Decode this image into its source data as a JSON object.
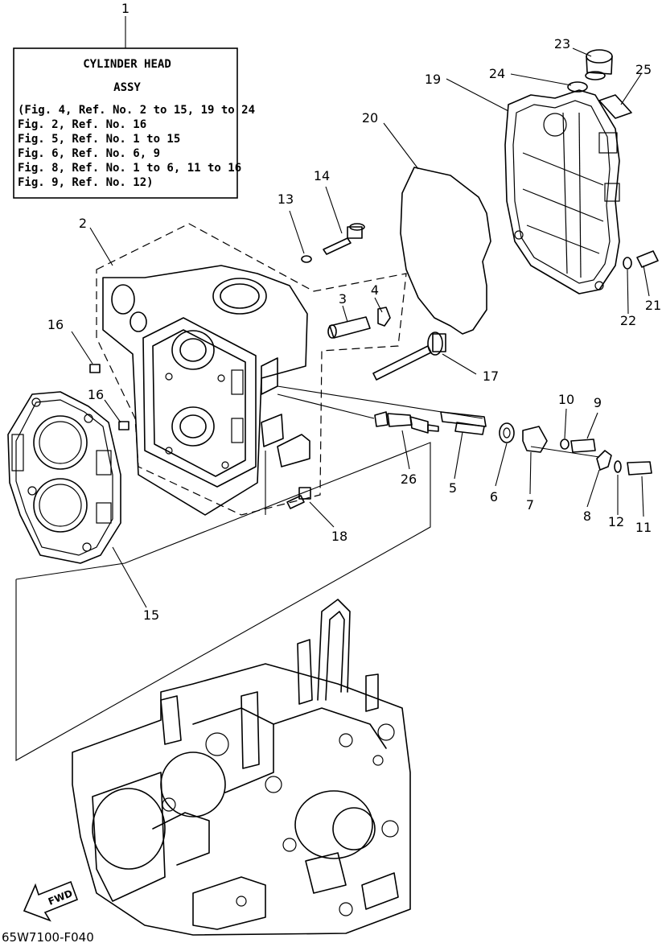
{
  "assembly_note": {
    "ref_number": "1",
    "title_line1": "CYLINDER HEAD",
    "title_line2": "ASSY",
    "lines": [
      "(Fig. 4, Ref. No. 2 to 15, 19 to 24",
      " Fig. 2, Ref. No. 16",
      " Fig. 5, Ref. No. 1 to 15",
      " Fig. 6, Ref. No. 6, 9",
      " Fig. 8, Ref. No. 1 to 6, 11 to 16",
      " Fig. 9, Ref. No. 12)"
    ]
  },
  "callouts": {
    "c2": "2",
    "c3": "3",
    "c4": "4",
    "c5": "5",
    "c6": "6",
    "c7": "7",
    "c8": "8",
    "c9": "9",
    "c10": "10",
    "c11": "11",
    "c12": "12",
    "c13": "13",
    "c14": "14",
    "c15": "15",
    "c16a": "16",
    "c16b": "16",
    "c17": "17",
    "c18": "18",
    "c19": "19",
    "c20": "20",
    "c21": "21",
    "c22": "22",
    "c23": "23",
    "c24": "24",
    "c25": "25",
    "c26": "26"
  },
  "fwd_label": "FWD",
  "diagram_code": "65W7100-F040"
}
